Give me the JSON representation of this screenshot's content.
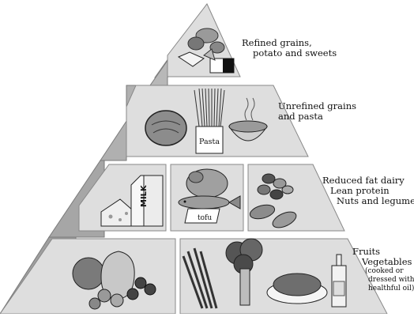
{
  "tiers": [
    {
      "label_lines": [
        "Refined grains,",
        "potato and sweets"
      ]
    },
    {
      "label_lines": [
        "Unrefined grains",
        "and pasta"
      ]
    },
    {
      "label_lines": [
        "Reduced fat dairy",
        "Lean protein",
        "Nuts and legumes"
      ]
    },
    {
      "label_lines": [
        "Fruits",
        "Vegetables"
      ],
      "note_lines": [
        "(cooked or",
        "dressed with",
        "healthful oil)"
      ]
    }
  ],
  "food_tags": {
    "pasta": "Pasta",
    "tofu": "tofu",
    "milk": "MILK"
  },
  "colors": {
    "face": "#dcdcdc",
    "side": "#a8a8a8",
    "outline": "#777777"
  }
}
